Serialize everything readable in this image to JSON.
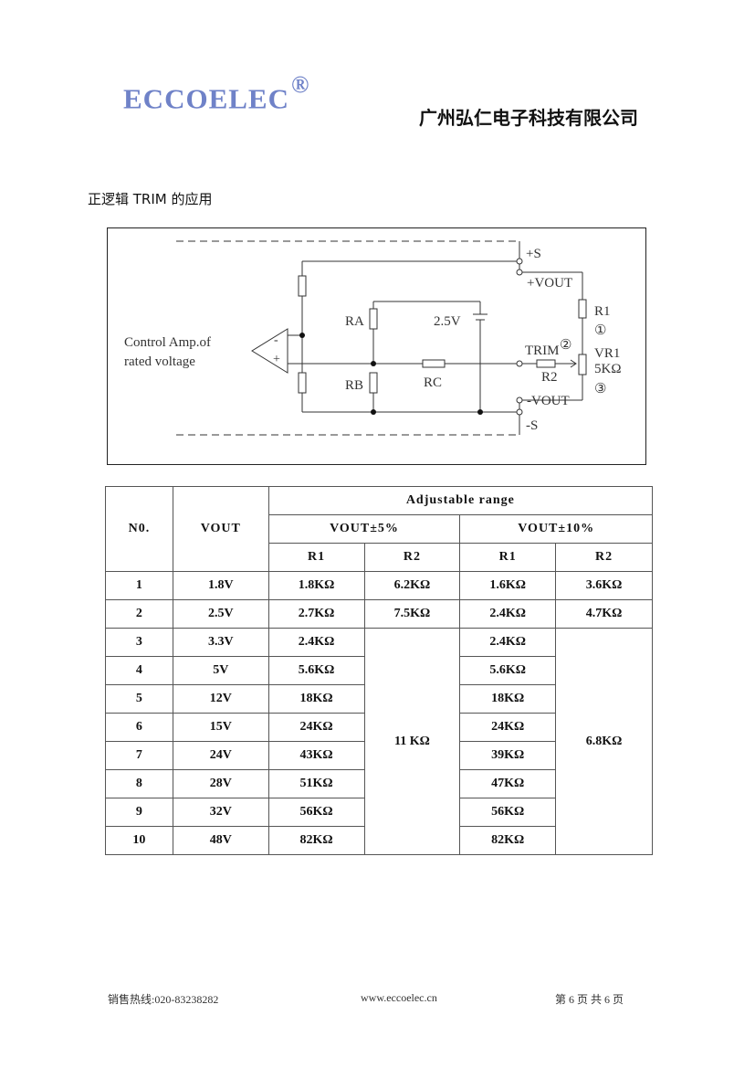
{
  "header": {
    "logo_text": "ECCOELEC",
    "logo_mark": "®",
    "company_name": "广州弘仁电子科技有限公司",
    "brand_color": "#6f82c8"
  },
  "section": {
    "title": "正逻辑 TRIM 的应用"
  },
  "diagram": {
    "amp_label_line1": "Control Amp.of",
    "amp_label_line2": "rated voltage",
    "minus": "-",
    "plus": "+",
    "ra": "RA",
    "rb": "RB",
    "rc": "RC",
    "ref_voltage": "2.5V",
    "plus_s": "+S",
    "plus_vout": "+VOUT",
    "trim": "TRIM",
    "circle2": "②",
    "r2": "R2",
    "minus_vout": "-VOUT",
    "minus_s": "-S",
    "r1": "R1",
    "circle1": "①",
    "vr1": "VR1",
    "vr1_value": "5KΩ",
    "circle3": "③"
  },
  "table": {
    "h_no": "N0.",
    "h_vout": "VOUT",
    "h_adjustable": "Adjustable range",
    "h_5pct": "VOUT±5%",
    "h_10pct": "VOUT±10%",
    "h_r1": "R1",
    "h_r2": "R2",
    "r2_5pct_shared": "11 KΩ",
    "r2_10pct_shared": "6.8KΩ",
    "rows": [
      {
        "no": "1",
        "vout": "1.8V",
        "r1_5": "1.8KΩ",
        "r2_5": "6.2KΩ",
        "r1_10": "1.6KΩ",
        "r2_10": "3.6KΩ"
      },
      {
        "no": "2",
        "vout": "2.5V",
        "r1_5": "2.7KΩ",
        "r2_5": "7.5KΩ",
        "r1_10": "2.4KΩ",
        "r2_10": "4.7KΩ"
      },
      {
        "no": "3",
        "vout": "3.3V",
        "r1_5": "2.4KΩ",
        "r1_10": "2.4KΩ"
      },
      {
        "no": "4",
        "vout": "5V",
        "r1_5": "5.6KΩ",
        "r1_10": "5.6KΩ"
      },
      {
        "no": "5",
        "vout": "12V",
        "r1_5": "18KΩ",
        "r1_10": "18KΩ"
      },
      {
        "no": "6",
        "vout": "15V",
        "r1_5": "24KΩ",
        "r1_10": "24KΩ"
      },
      {
        "no": "7",
        "vout": "24V",
        "r1_5": "43KΩ",
        "r1_10": "39KΩ"
      },
      {
        "no": "8",
        "vout": "28V",
        "r1_5": "51KΩ",
        "r1_10": "47KΩ"
      },
      {
        "no": "9",
        "vout": "32V",
        "r1_5": "56KΩ",
        "r1_10": "56KΩ"
      },
      {
        "no": "10",
        "vout": "48V",
        "r1_5": "82KΩ",
        "r1_10": "82KΩ"
      }
    ]
  },
  "footer": {
    "hotline": "销售热线:020-83238282",
    "website": "www.eccoelec.cn",
    "page_info": "第 6 页 共 6 页"
  }
}
